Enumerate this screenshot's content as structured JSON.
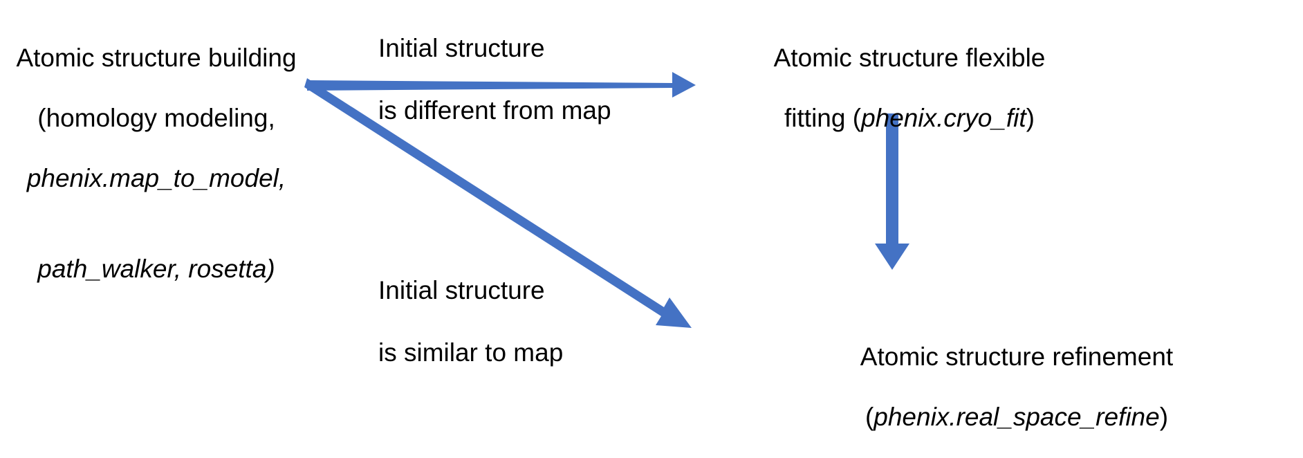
{
  "diagram": {
    "title_semantic": "cryo-EM atomic structure workflow",
    "background_color": "#ffffff",
    "arrow_color": "#4472C4",
    "text_color": "#000000",
    "nodes": [
      {
        "id": "building",
        "line1": "Atomic structure building",
        "line2": "(homology modeling,",
        "line3": "phenix.map_to_model,",
        "line4": "path_walker, rosetta)"
      },
      {
        "id": "flexible_fitting",
        "line1": "Atomic structure flexible",
        "line2_plain": "fitting (",
        "line2_italic": "phenix.cryo_fit",
        "line2_close": ")"
      },
      {
        "id": "refinement",
        "line1": "Atomic structure refinement",
        "line2_open": "(",
        "line2_italic": "phenix.real_space_refine",
        "line2_close": ")"
      }
    ],
    "edge_labels": [
      {
        "id": "different",
        "line1": "Initial structure",
        "line2": "is different from map"
      },
      {
        "id": "similar",
        "line1": "Initial structure",
        "line2": "is similar to map"
      }
    ],
    "arrows": [
      {
        "id": "building-to-flexible-fitting",
        "name": "horizontal-arrow"
      },
      {
        "id": "building-to-refinement",
        "name": "diagonal-arrow"
      },
      {
        "id": "flexible-fitting-to-refinement",
        "name": "vertical-arrow"
      }
    ]
  }
}
